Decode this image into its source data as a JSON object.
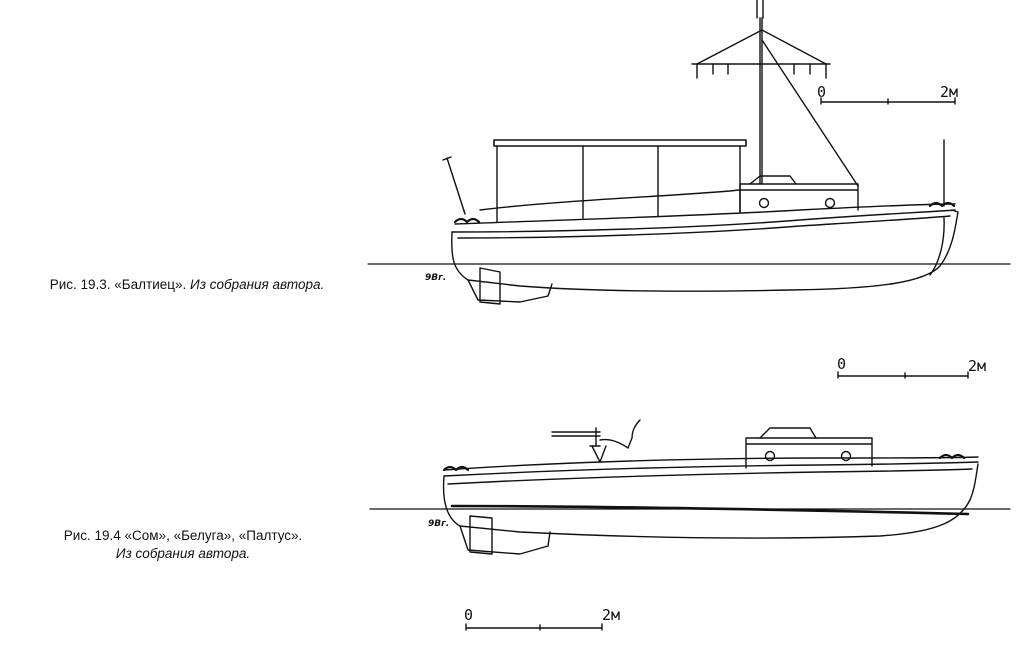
{
  "figure1": {
    "caption_plain": "Рис. 19.3. «Балтиец». ",
    "caption_italic": "Из собрания автора.",
    "waterline_mark": "9Вг.",
    "scale": {
      "zero": "0",
      "end": "2м"
    }
  },
  "figure2": {
    "caption_plain": "Рис. 19.4 «Сом», «Белуга», «Палтус».",
    "caption_italic": "Из собрания автора.",
    "waterline_mark": "9Вг.",
    "scale1": {
      "zero": "0",
      "end": "2м"
    },
    "scale2": {
      "zero": "0",
      "end": "2м"
    }
  }
}
